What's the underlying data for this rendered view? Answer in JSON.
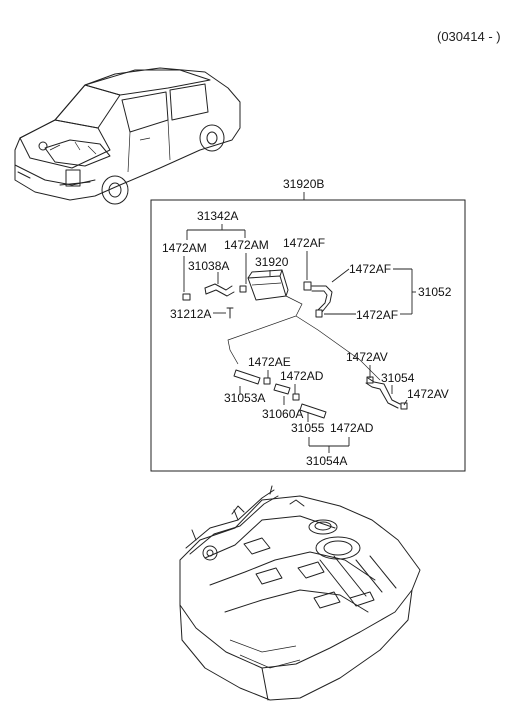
{
  "header": {
    "range": "(030414 - )"
  },
  "assembly": {
    "id": "31920B"
  },
  "parts": {
    "p31342A": "31342A",
    "p1472AM_left": "1472AM",
    "p1472AM_right": "1472AM",
    "p31038A": "31038A",
    "p1472AF_top": "1472AF",
    "p31920": "31920",
    "p1472AF_mid": "1472AF",
    "p31052": "31052",
    "p1472AF_low": "1472AF",
    "p31212A": "31212A",
    "p1472AE": "1472AE",
    "p1472AD_mid": "1472AD",
    "p31053A": "31053A",
    "p31060A": "31060A",
    "p31055": "31055",
    "p1472AD_low": "1472AD",
    "p31054A": "31054A",
    "p1472AV_top": "1472AV",
    "p31054": "31054",
    "p1472AV_right": "1472AV"
  }
}
